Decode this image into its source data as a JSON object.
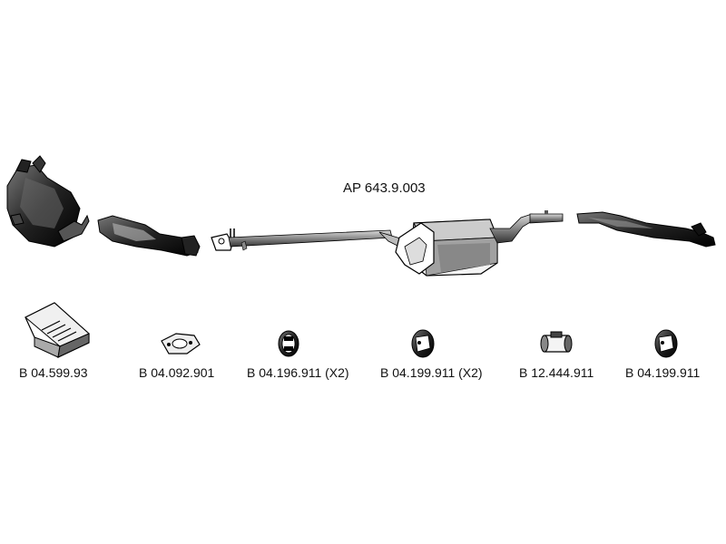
{
  "assembly": {
    "code": "AP 643.9.003"
  },
  "parts": [
    {
      "code": "B 04.599.93"
    },
    {
      "code": "B 04.092.901"
    },
    {
      "code": "B 04.196.911 (X2)"
    },
    {
      "code": "B 04.199.911 (X2)"
    },
    {
      "code": "B 12.444.911"
    },
    {
      "code": "B 04.199.911"
    }
  ],
  "colors": {
    "ink": "#111111",
    "fill_dark": "#1a1a1a",
    "fill_mid": "#8a8a8a",
    "fill_light": "#d8d8d8",
    "background": "#ffffff"
  }
}
